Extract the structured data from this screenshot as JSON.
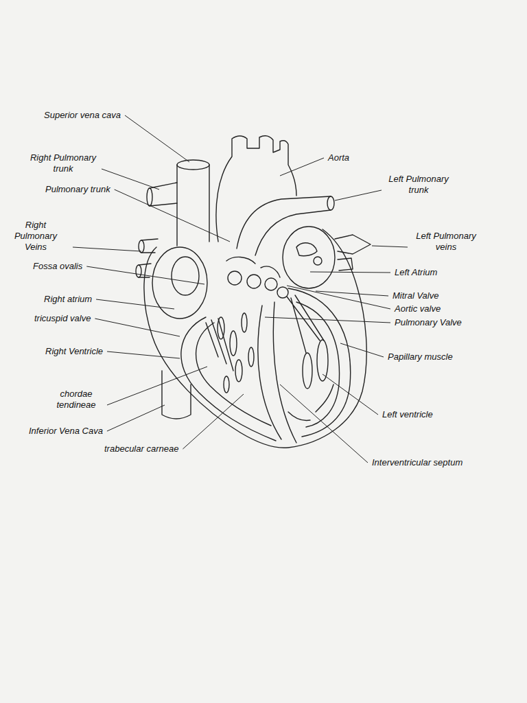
{
  "diagram": {
    "labels": [
      "Superior vena cava",
      "Right Pulmonary trunk",
      "Pulmonary trunk",
      "Right Pulmonary Veins",
      "Fossa ovalis",
      "Right atrium",
      "tricuspid valve",
      "Right Ventricle",
      "chordae tendineae",
      "Inferior Vena Cava",
      "trabecular carneae",
      "Aorta",
      "Left Pulmonary trunk",
      "Left Pulmonary veins",
      "Left Atrium",
      "Mitral Valve",
      "Aortic valve",
      "Pulmonary Valve",
      "Papillary muscle",
      "Left ventricle",
      "Interventricular septum"
    ]
  }
}
